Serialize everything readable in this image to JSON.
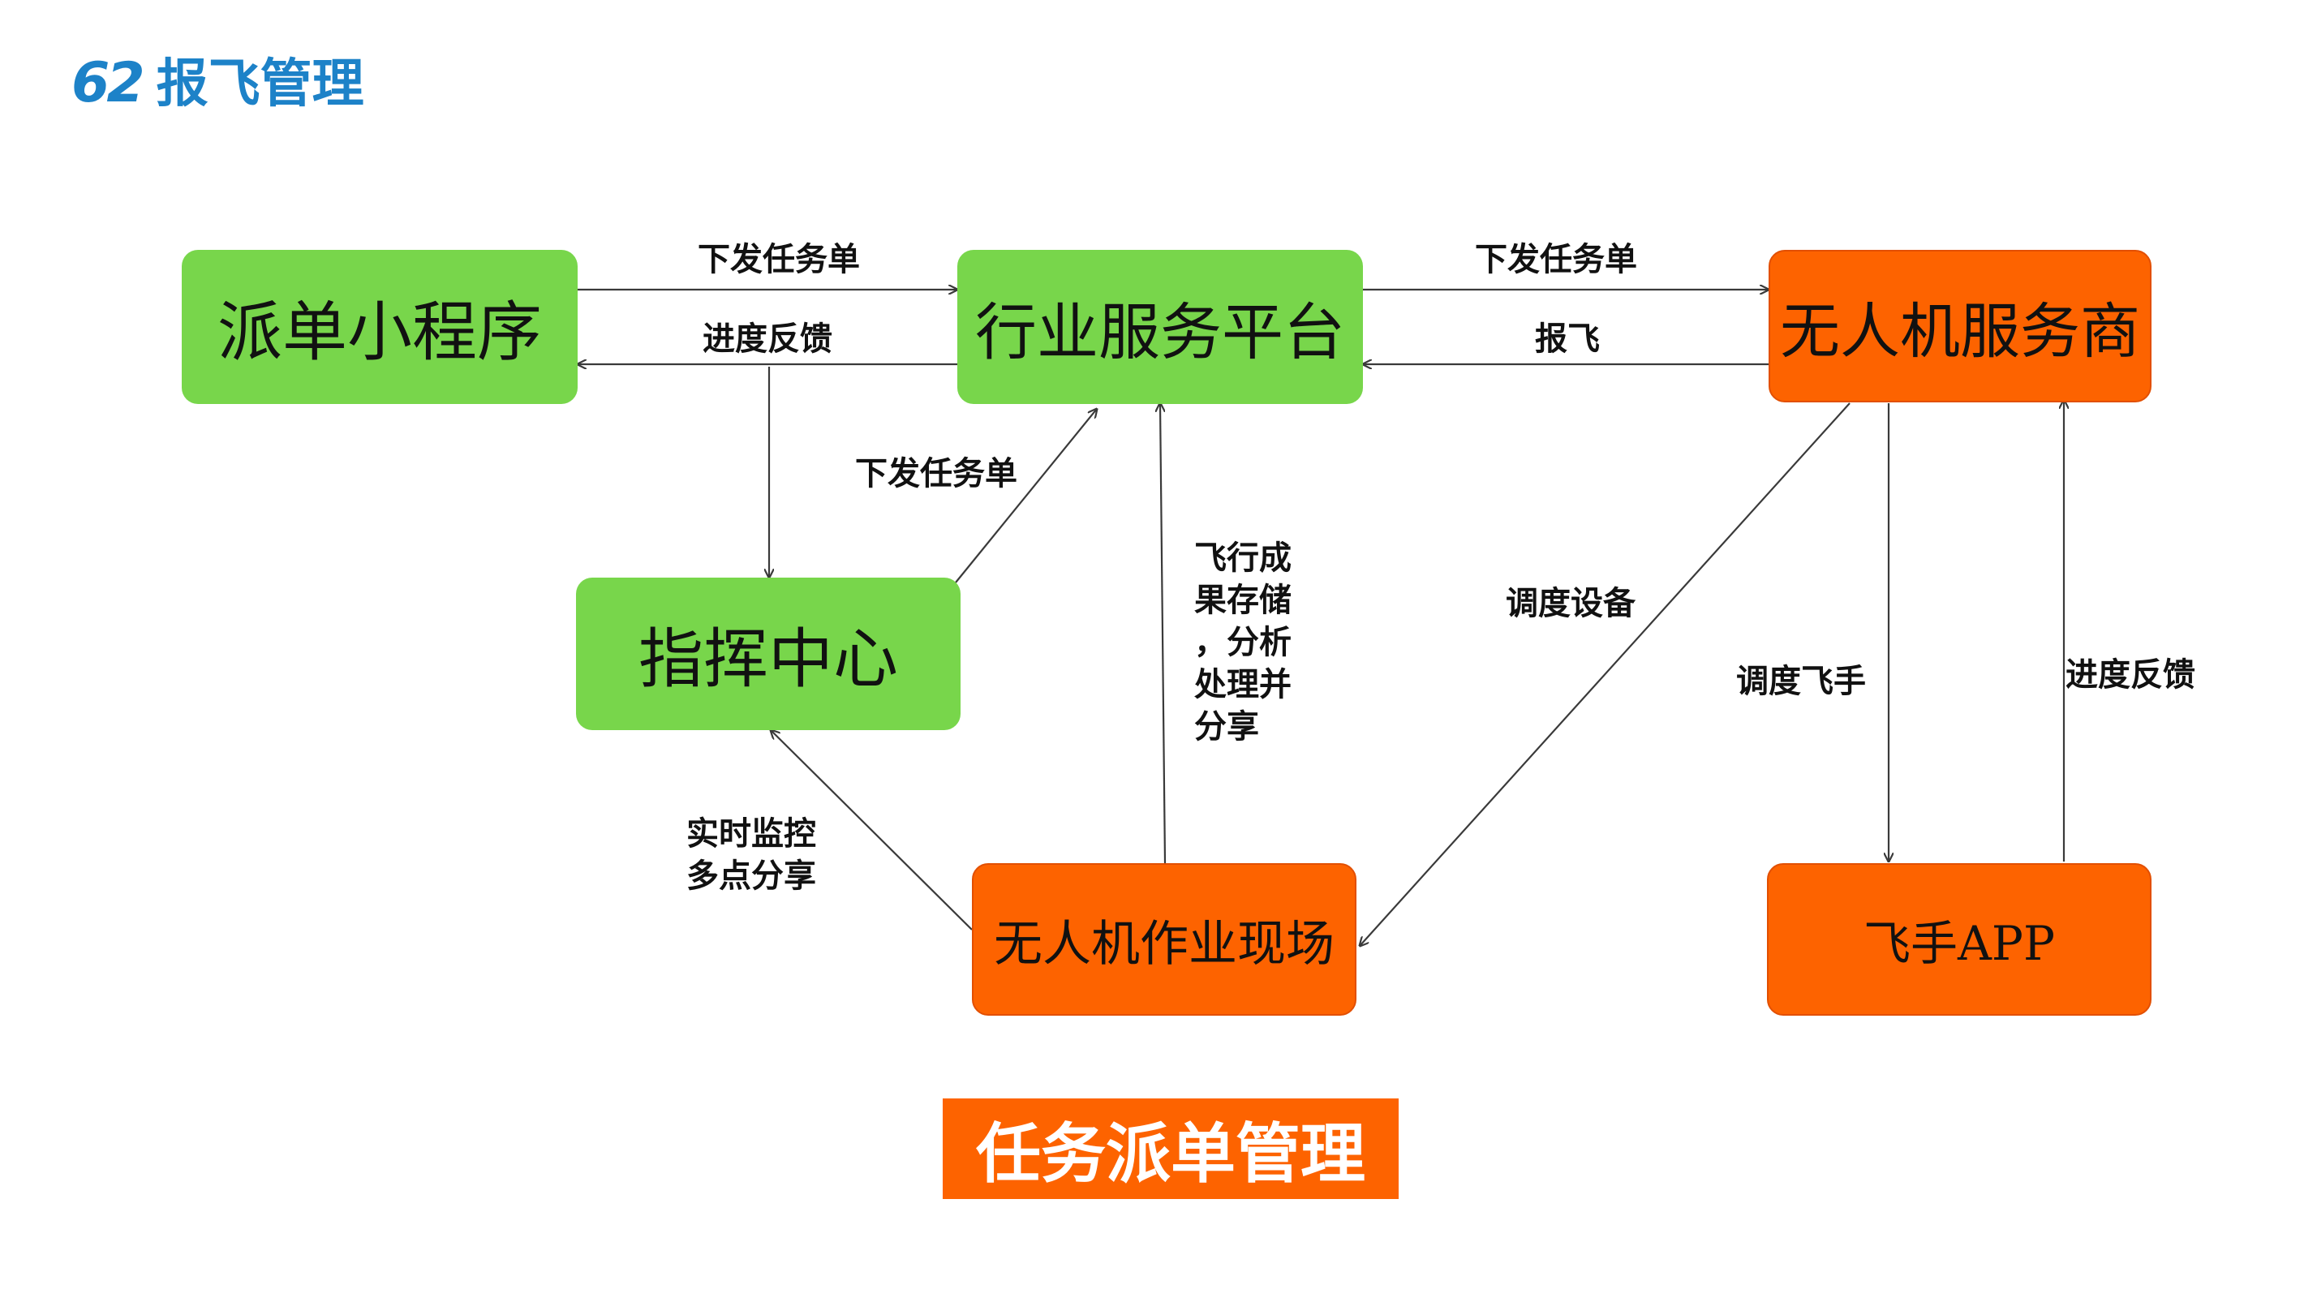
{
  "header": {
    "number": "62",
    "title": "报飞管理"
  },
  "nodes": {
    "dispatch_miniprogram": "派单小程序",
    "industry_platform": "行业服务平台",
    "uav_provider": "无人机服务商",
    "command_center": "指挥中心",
    "uav_worksite": "无人机作业现场",
    "pilot_app": "飞手APP"
  },
  "edges": {
    "mini_to_platform": "下发任务单",
    "platform_to_mini": "进度反馈",
    "platform_to_provider": "下发任务单",
    "provider_to_platform": "报飞",
    "command_to_platform": "下发任务单",
    "worksite_to_platform": [
      "飞行成",
      "果存储",
      "，分析",
      "处理并",
      "分享"
    ],
    "provider_to_worksite": "调度设备",
    "provider_to_pilot": "调度飞手",
    "pilot_to_provider": "进度反馈",
    "worksite_to_command": [
      "实时监控",
      "多点分享"
    ]
  },
  "footer": {
    "title": "任务派单管理"
  },
  "colors": {
    "green": "#78d64b",
    "orange": "#fd6300",
    "header_blue": "#1d82c8"
  }
}
